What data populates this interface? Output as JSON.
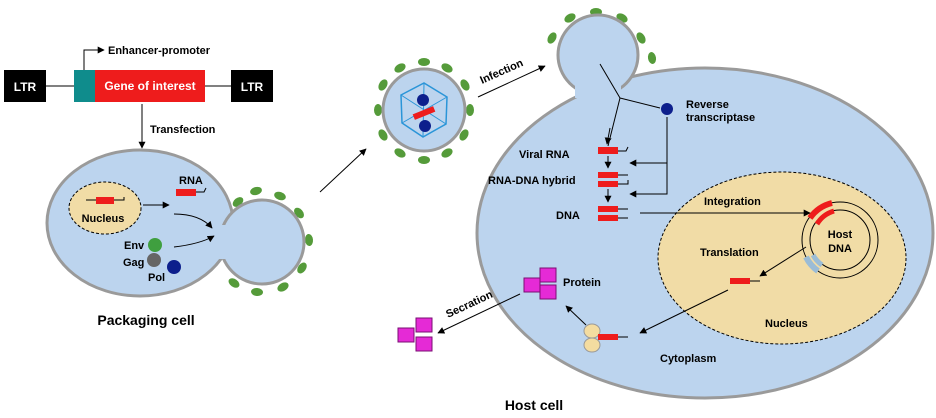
{
  "construct": {
    "ltr_left": "LTR",
    "ltr_right": "LTR",
    "gene": "Gene of interest",
    "promoter": "Enhancer-promoter"
  },
  "labels": {
    "transfection": "Transfection",
    "nucleus_packaging": "Nucleus",
    "rna": "RNA",
    "env": "Env",
    "gag": "Gag",
    "pol": "Pol",
    "packaging_cell": "Packaging cell",
    "infection": "Infection",
    "reverse_1": "Reverse",
    "reverse_2": "transcriptase",
    "viral_rna": "Viral RNA",
    "rna_dna_hybrid": "RNA-DNA hybrid",
    "dna": "DNA",
    "integration": "Integration",
    "host_1": "Host",
    "host_2": "DNA",
    "translation": "Translation",
    "nucleus_host": "Nucleus",
    "protein": "Protein",
    "secretion": "Secration",
    "cytoplasm": "Cytoplasm",
    "host_cell": "Host cell"
  },
  "colors": {
    "cell_fill": "#bcd4ee",
    "nucleus_fill": "#f1dca6",
    "red": "#ee1c1c",
    "teal": "#0f8c8c",
    "spike_green": "#559b3a",
    "env_green": "#3f9f3f",
    "gag_gray": "#666666",
    "pol_blue": "#0d1f8c",
    "magenta": "#e52ad6",
    "capsid_blue": "#2a95d8",
    "ribosome": "#f4dca0",
    "host_dna_fade": "#9bbcd6"
  }
}
